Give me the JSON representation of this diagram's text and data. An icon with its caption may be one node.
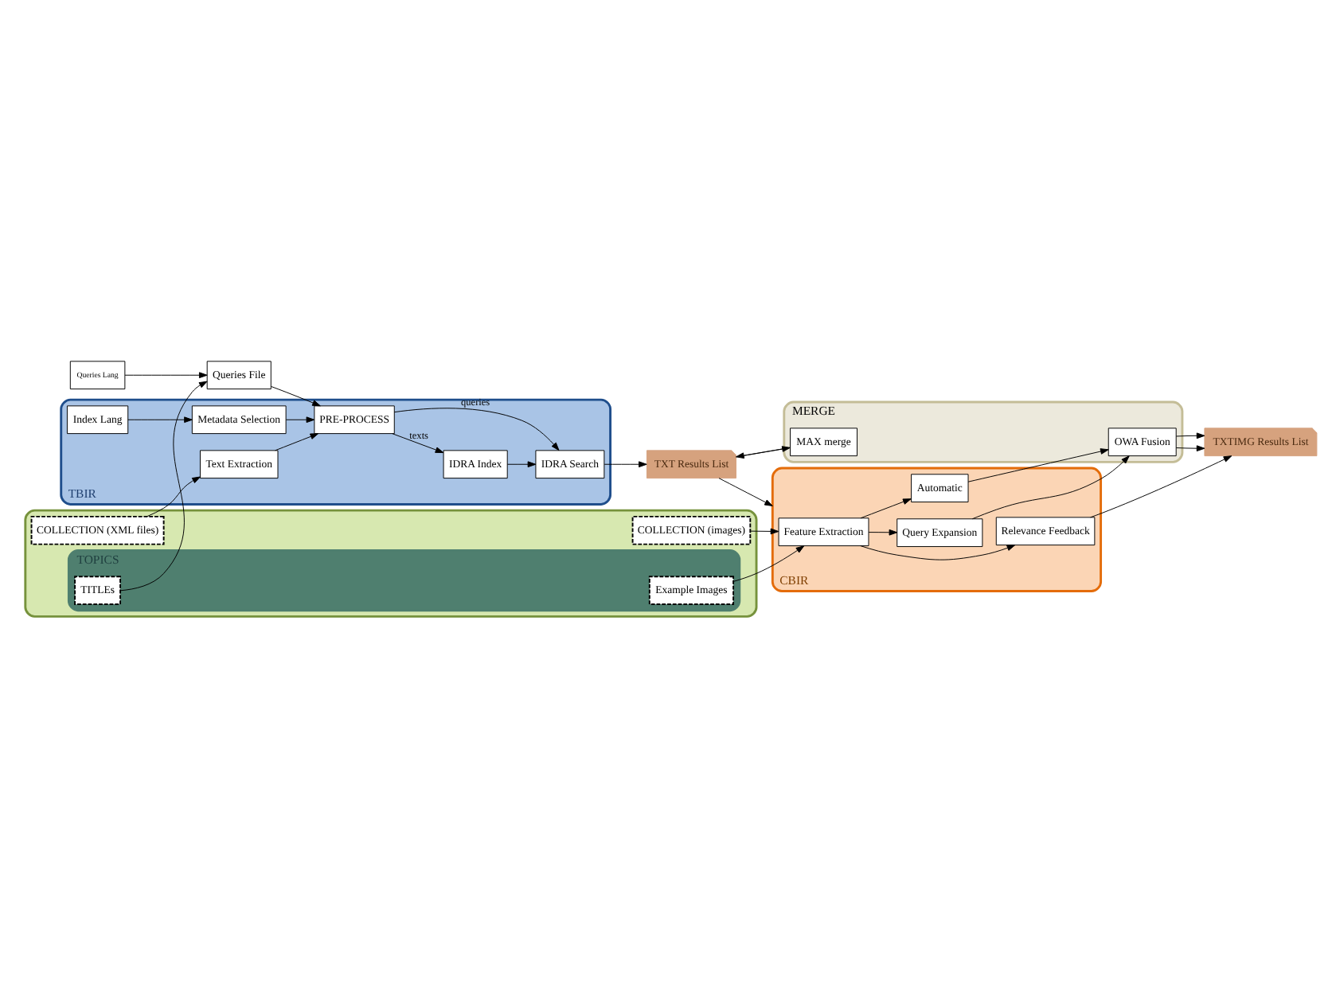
{
  "diagram": {
    "nodes": [
      {
        "text": [],
        "shape": "box"
      },
      {
        "text": [
          "COLLECTION (XML files)"
        ],
        "in": 0
      },
      {
        "text": [
          "TOPICS"
        ],
        "in": 0
      },
      {
        "text": [
          "TITLEs"
        ],
        "in": 2
      },
      {
        "text": [
          "Example Images"
        ],
        "in": 2
      },
      {
        "text": [
          "COLLECTION (images)"
        ],
        "in": 0
      },
      {
        "text": [
          "TBIR"
        ]
      },
      {
        "text": [
          "Index Lang"
        ],
        "in": 6
      },
      {
        "text": [
          "Metadata Selection"
        ],
        "in": 6
      },
      {
        "text": [
          "Text Extraction"
        ],
        "in": 6
      },
      {
        "text": [
          "PRE-PROCESS"
        ],
        "in": 6
      },
      {
        "text": [
          "IDRA Index"
        ],
        "in": 6
      },
      {
        "text": [
          "IDRA Search"
        ],
        "in": 6
      },
      {
        "text": [
          "TXT Results List"
        ]
      },
      {
        "text": [
          "Queries File"
        ]
      },
      {
        "text": [
          "Queries Lang"
        ]
      },
      {
        "text": [
          "MERGE"
        ]
      },
      {
        "text": [
          "MAX merge"
        ],
        "in": 16
      },
      {
        "text": [
          "OWA Fusion"
        ],
        "in": 16
      },
      {
        "text": [
          "CBIR"
        ]
      },
      {
        "text": [
          "Feature Extraction"
        ],
        "in": 19
      },
      {
        "text": [
          "Automatic"
        ],
        "in": 19
      },
      {
        "text": [
          "Query Expansion"
        ],
        "in": 19
      },
      {
        "text": [
          "Relevance Feedback"
        ],
        "in": 19
      },
      {
        "text": [
          "TXTIMG Results List"
        ]
      }
    ],
    "edges": [
      {
        "from": 1,
        "to": 9,
        "arrow": "to"
      },
      {
        "from": 7,
        "to": 8,
        "arrow": "to"
      },
      {
        "from": 8,
        "to": 10,
        "arrow": "to"
      },
      {
        "from": 9,
        "to": 10,
        "arrow": "to"
      },
      {
        "from": 14,
        "to": 10,
        "arrow": "to"
      },
      {
        "from": 10,
        "to": 11,
        "label": "texts",
        "arrow": "to"
      },
      {
        "from": 10,
        "to": 12,
        "label": "queries",
        "arrow": "to"
      },
      {
        "from": 11,
        "to": 12,
        "arrow": "to"
      },
      {
        "from": 12,
        "to": 13,
        "arrow": "to"
      },
      {
        "from": 3,
        "to": 14,
        "arrow": "to"
      },
      {
        "from": 15,
        "to": 14,
        "arrow": "to"
      },
      {
        "from": 13,
        "to": 19,
        "arrow": "to"
      },
      {
        "from": 13,
        "to": 17,
        "arrow": "to"
      },
      {
        "from": 17,
        "to": 13,
        "arrow": "to"
      },
      {
        "from": 4,
        "to": 20,
        "arrow": "to"
      },
      {
        "from": 5,
        "to": 20,
        "arrow": "to"
      },
      {
        "from": 20,
        "to": 21,
        "arrow": "to"
      },
      {
        "from": 20,
        "to": 22,
        "arrow": "to"
      },
      {
        "from": 20,
        "to": 23,
        "arrow": "to"
      },
      {
        "from": 21,
        "to": 18,
        "arrow": "to"
      },
      {
        "from": 22,
        "to": 18,
        "arrow": "to"
      },
      {
        "from": 18,
        "to": 24,
        "arrow": "to"
      },
      {
        "from": 18,
        "to": 24,
        "arrow": "to"
      },
      {
        "from": 23,
        "to": 24,
        "arrow": "to"
      }
    ]
  }
}
